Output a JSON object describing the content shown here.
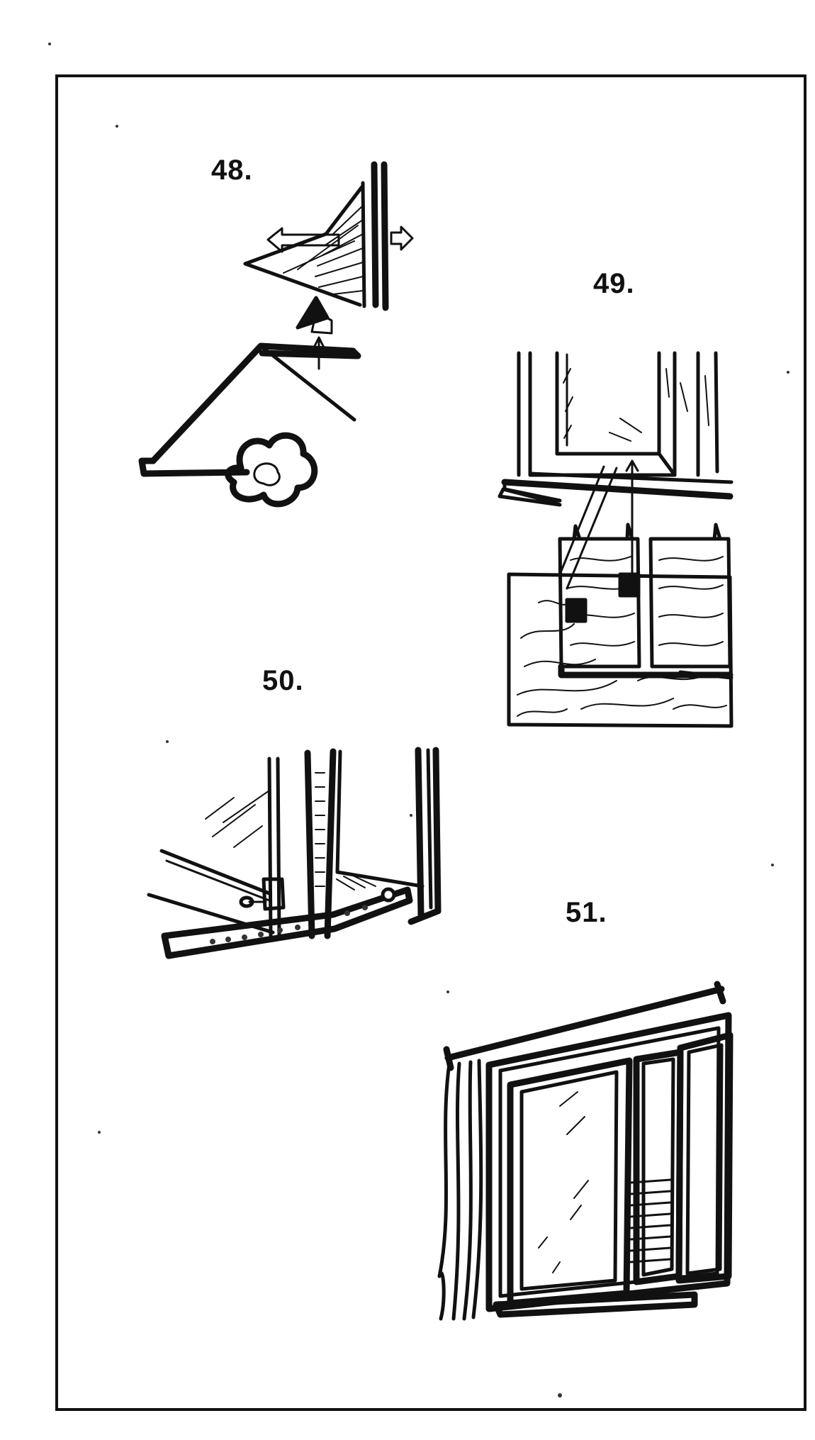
{
  "figures": [
    {
      "id": "48",
      "label": "48."
    },
    {
      "id": "49",
      "label": "49."
    },
    {
      "id": "50",
      "label": "50."
    },
    {
      "id": "51",
      "label": "51."
    }
  ],
  "colors": {
    "ink": "#111111",
    "paper": "#ffffff"
  }
}
